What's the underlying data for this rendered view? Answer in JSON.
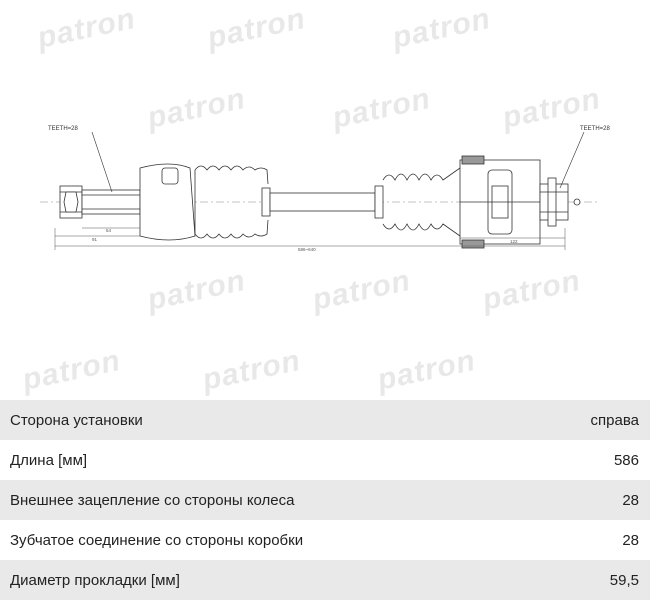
{
  "drawing": {
    "watermark": "patron",
    "left_teeth_label": "TEETH=28",
    "right_teeth_label": "TEETH=28",
    "dimensions": {
      "overall_length": "586~640",
      "left_stub": "91",
      "left_shaft": "54",
      "right_section": "122"
    }
  },
  "specs": [
    {
      "label": "Сторона установки",
      "value": "справа"
    },
    {
      "label": "Длина [мм]",
      "value": "586"
    },
    {
      "label": "Внешнее зацепление со стороны колеса",
      "value": "28"
    },
    {
      "label": "Зубчатое соединение со стороны коробки",
      "value": "28"
    },
    {
      "label": "Диаметр прокладки [мм]",
      "value": "59,5"
    }
  ]
}
